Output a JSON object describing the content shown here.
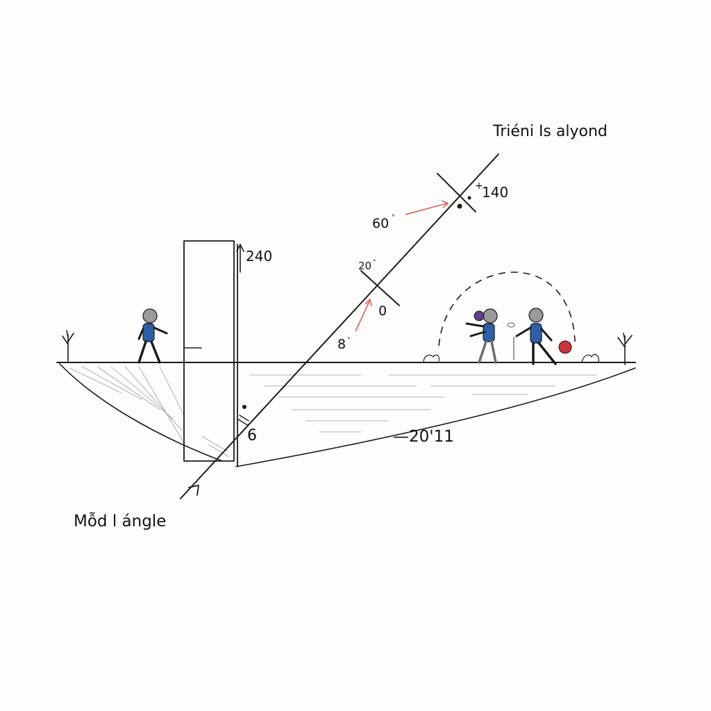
{
  "labels": {
    "top_right": "Triéni Is alyond",
    "top_marker": "140",
    "plus_sign": "+",
    "angle_60": "60",
    "angle_60_sup": "°",
    "pillar_height": "240",
    "mid_20": "20",
    "mid_20_sup": "°",
    "zero": "0",
    "eight": "8",
    "eight_sup": "°",
    "six": "6",
    "distance": "—20'11",
    "bottom_left": "Mỗd l ángle"
  },
  "colors": {
    "ink": "#1a1a1a",
    "shirt_blue": "#2d5fa8",
    "head_gray": "#9a9a9a",
    "arrow_red": "#d9534f",
    "ball_red": "#c8323c",
    "ball_purple": "#5a3f8a",
    "paper": "#fdfdfc"
  },
  "icons": [
    "tree-icon",
    "person-icon",
    "ball-icon",
    "arrow-icon"
  ]
}
